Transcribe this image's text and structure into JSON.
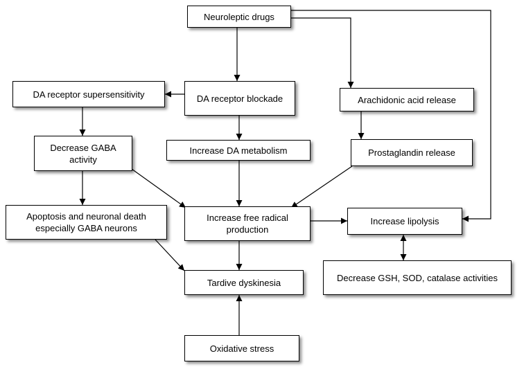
{
  "nodes": {
    "neuroleptic": "Neuroleptic drugs",
    "da_super": "DA receptor supersensitivity",
    "da_block": "DA receptor blockade",
    "arachidonic": "Arachidonic acid release",
    "gaba": "Decrease GABA activity",
    "da_metab": "Increase DA metabolism",
    "prostaglandin": "Prostaglandin release",
    "apoptosis": "Apoptosis and neuronal death especially GABA neurons",
    "free_radical": "Increase free radical production",
    "lipolysis": "Increase lipolysis",
    "gsh": "Decrease GSH, SOD, catalase activities",
    "tardive": "Tardive dyskinesia",
    "oxidative": "Oxidative stress"
  }
}
